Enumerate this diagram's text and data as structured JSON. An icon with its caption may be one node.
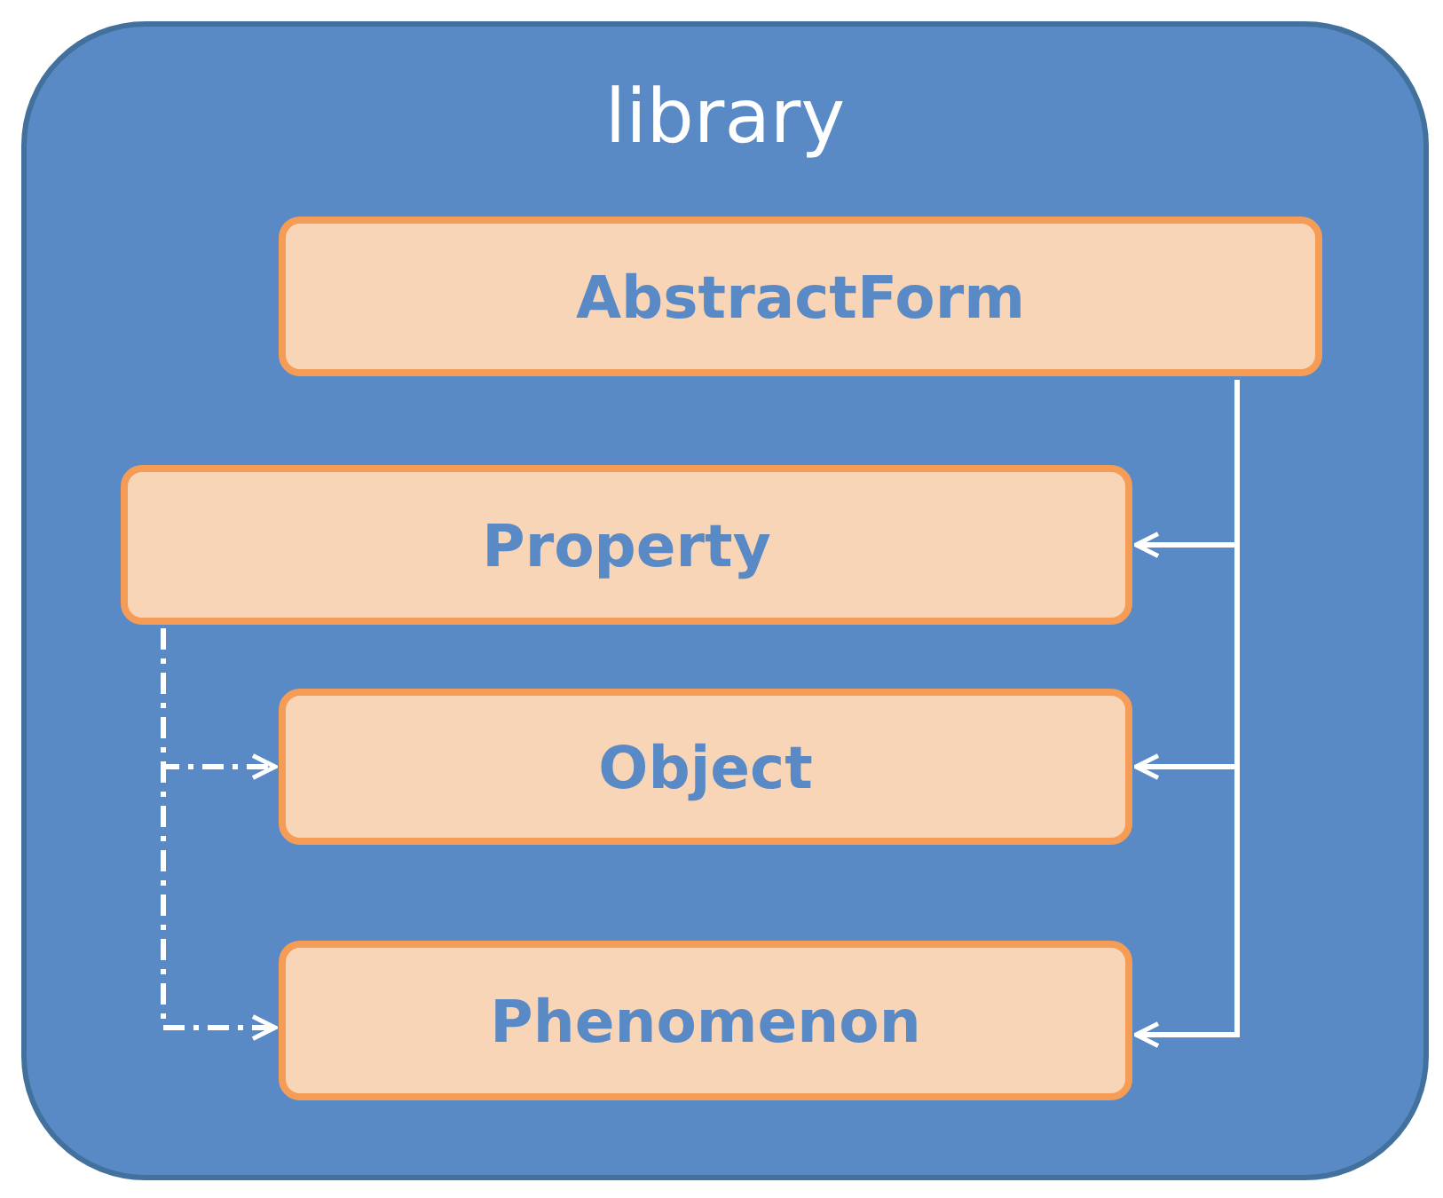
{
  "diagram": {
    "nodes": [
      {
        "text": [
          "library"
        ]
      },
      {
        "text": [
          "AbstractForm"
        ],
        "in": 0
      },
      {
        "text": [
          "Property"
        ],
        "in": 0
      },
      {
        "text": [
          "Object"
        ],
        "in": 0
      },
      {
        "text": [
          "Phenomenon"
        ],
        "in": 0
      }
    ],
    "edges": [
      {
        "from": 1,
        "to": 2,
        "arrow": "to"
      },
      {
        "from": 1,
        "to": 3,
        "arrow": "to"
      },
      {
        "from": 1,
        "to": 4,
        "arrow": "to"
      },
      {
        "from": 2,
        "to": 3,
        "arrow": "to",
        "style": "dashed"
      },
      {
        "from": 2,
        "to": 4,
        "arrow": "to",
        "style": "dashed"
      }
    ]
  }
}
